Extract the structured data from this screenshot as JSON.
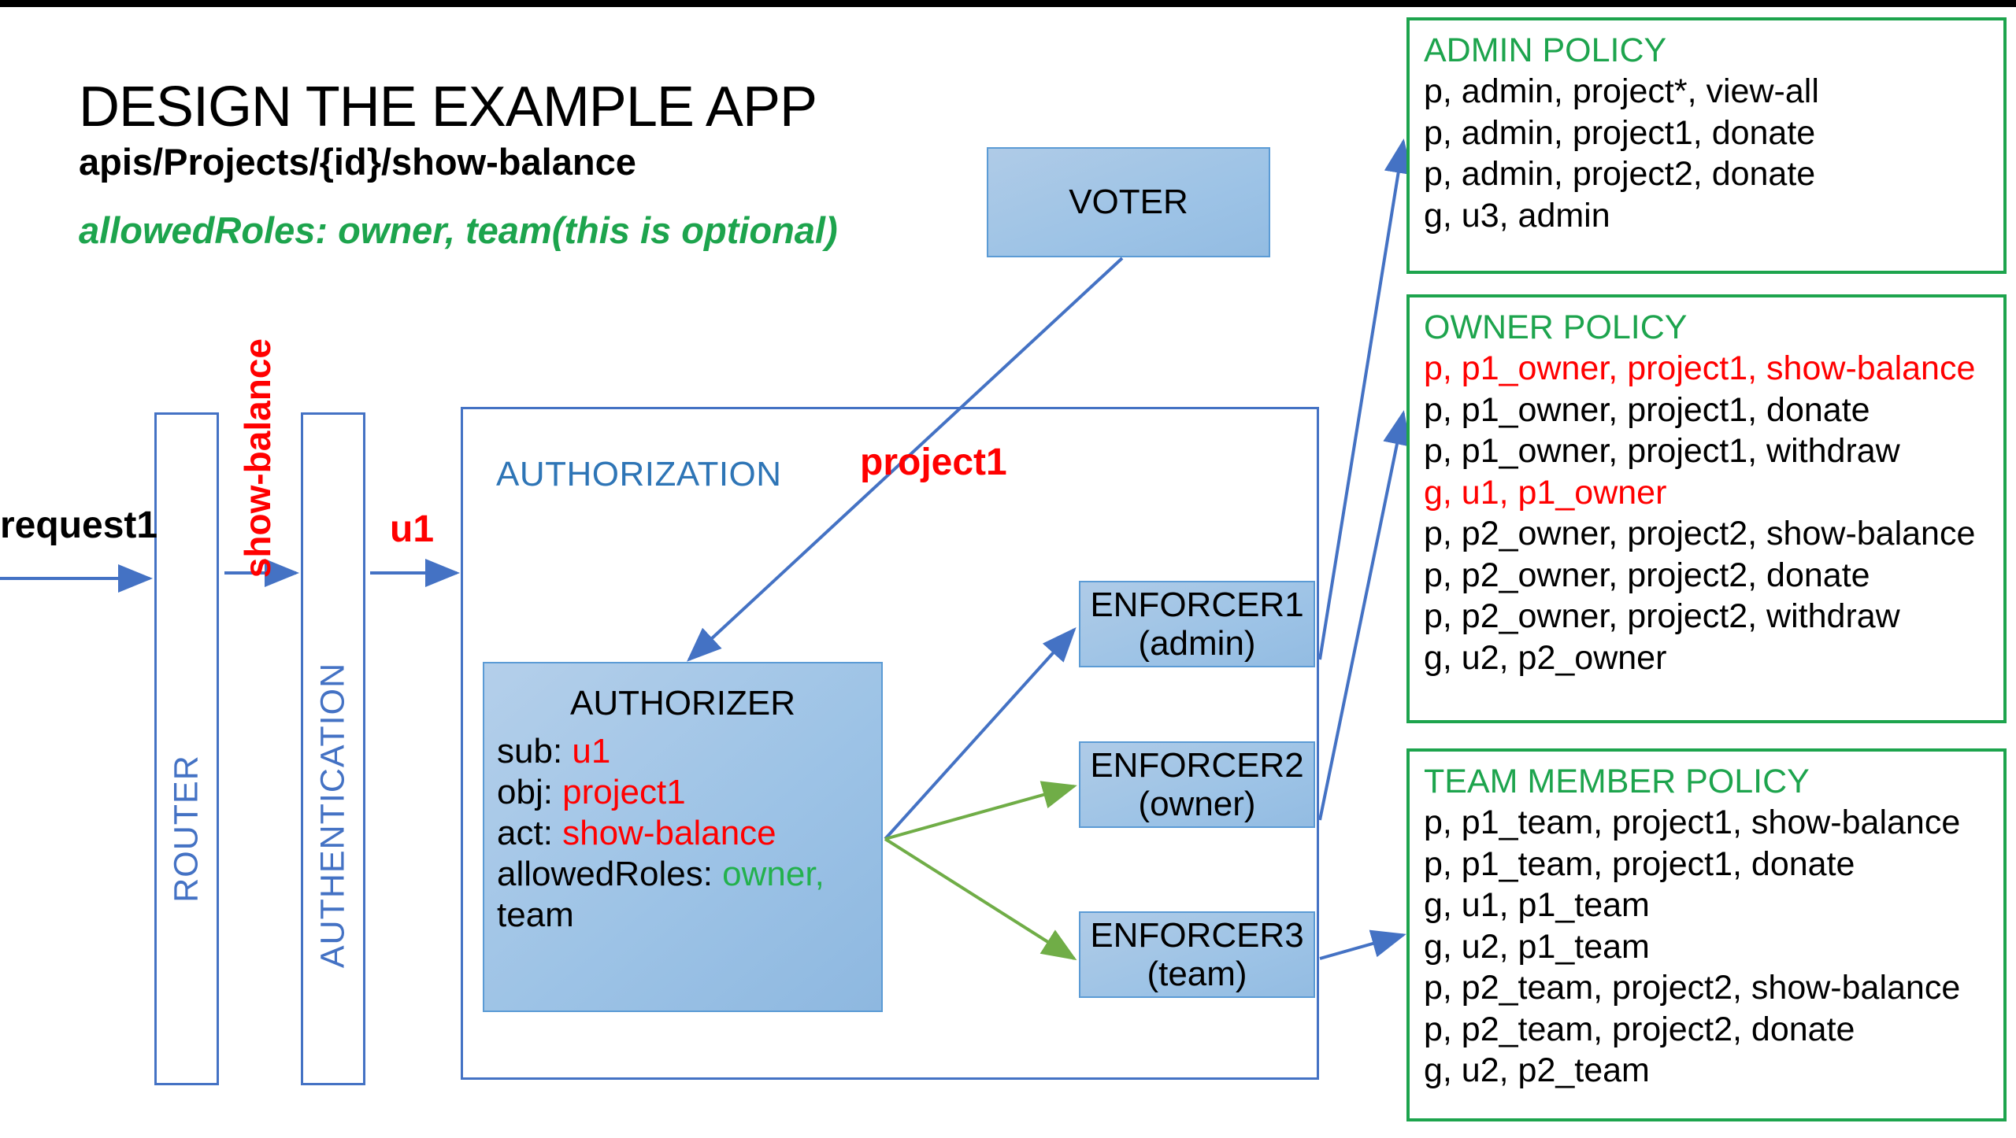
{
  "header": {
    "title": "DESIGN THE EXAMPLE APP",
    "endpoint": "apis/Projects/{id}/show-balance",
    "allowed_roles_note": "allowedRoles: owner, team(this is optional)"
  },
  "colors": {
    "green": "#1DA44D",
    "red": "#FF0000",
    "blue_line": "#4472C4",
    "blue_text": "#2E75B6",
    "box_fill": "#9DC3E6",
    "arrow_green": "#70AD47"
  },
  "flow": {
    "request_label": "request1",
    "show_balance_label": "show-balance",
    "user_label": "u1",
    "project_label": "project1"
  },
  "pipeline": {
    "router": "ROUTER",
    "authentication": "AUTHENTICATION",
    "authorization": "AUTHORIZATION"
  },
  "voter": {
    "label": "VOTER"
  },
  "authorizer": {
    "title": "AUTHORIZER",
    "sub_key": "sub: ",
    "sub_value": "u1",
    "obj_key": "obj: ",
    "obj_value": "project1",
    "act_key": "act: ",
    "act_value": "show-balance",
    "roles_key": "allowedRoles: ",
    "roles_value_1": "owner,",
    "roles_value_2": "team"
  },
  "enforcers": [
    {
      "name": "ENFORCER1",
      "role": "(admin)"
    },
    {
      "name": "ENFORCER2",
      "role": "(owner)"
    },
    {
      "name": "ENFORCER3",
      "role": "(team)"
    }
  ],
  "policies": {
    "admin": {
      "title": "ADMIN POLICY",
      "rules": [
        {
          "text": "p, admin, project*, view-all",
          "highlight": false
        },
        {
          "text": "p, admin, project1, donate",
          "highlight": false
        },
        {
          "text": "p, admin, project2, donate",
          "highlight": false
        },
        {
          "text": "g, u3, admin",
          "highlight": false
        }
      ]
    },
    "owner": {
      "title": "OWNER POLICY",
      "rules": [
        {
          "text": "p, p1_owner, project1, show-balance",
          "highlight": true
        },
        {
          "text": "p, p1_owner, project1, donate",
          "highlight": false
        },
        {
          "text": "p, p1_owner, project1, withdraw",
          "highlight": false
        },
        {
          "text": "g, u1, p1_owner",
          "highlight": true
        },
        {
          "text": "p, p2_owner, project2, show-balance",
          "highlight": false
        },
        {
          "text": "p, p2_owner, project2, donate",
          "highlight": false
        },
        {
          "text": "p, p2_owner, project2, withdraw",
          "highlight": false
        },
        {
          "text": "g, u2, p2_owner",
          "highlight": false
        }
      ]
    },
    "team": {
      "title": "TEAM MEMBER POLICY",
      "rules": [
        {
          "text": "p, p1_team, project1, show-balance",
          "highlight": false
        },
        {
          "text": "p, p1_team, project1, donate",
          "highlight": false
        },
        {
          "text": "g, u1, p1_team",
          "highlight": false
        },
        {
          "text": "g, u2, p1_team",
          "highlight": false
        },
        {
          "text": "p, p2_team, project2, show-balance",
          "highlight": false
        },
        {
          "text": "p, p2_team, project2, donate",
          "highlight": false
        },
        {
          "text": "g, u2, p2_team",
          "highlight": false
        }
      ]
    }
  }
}
